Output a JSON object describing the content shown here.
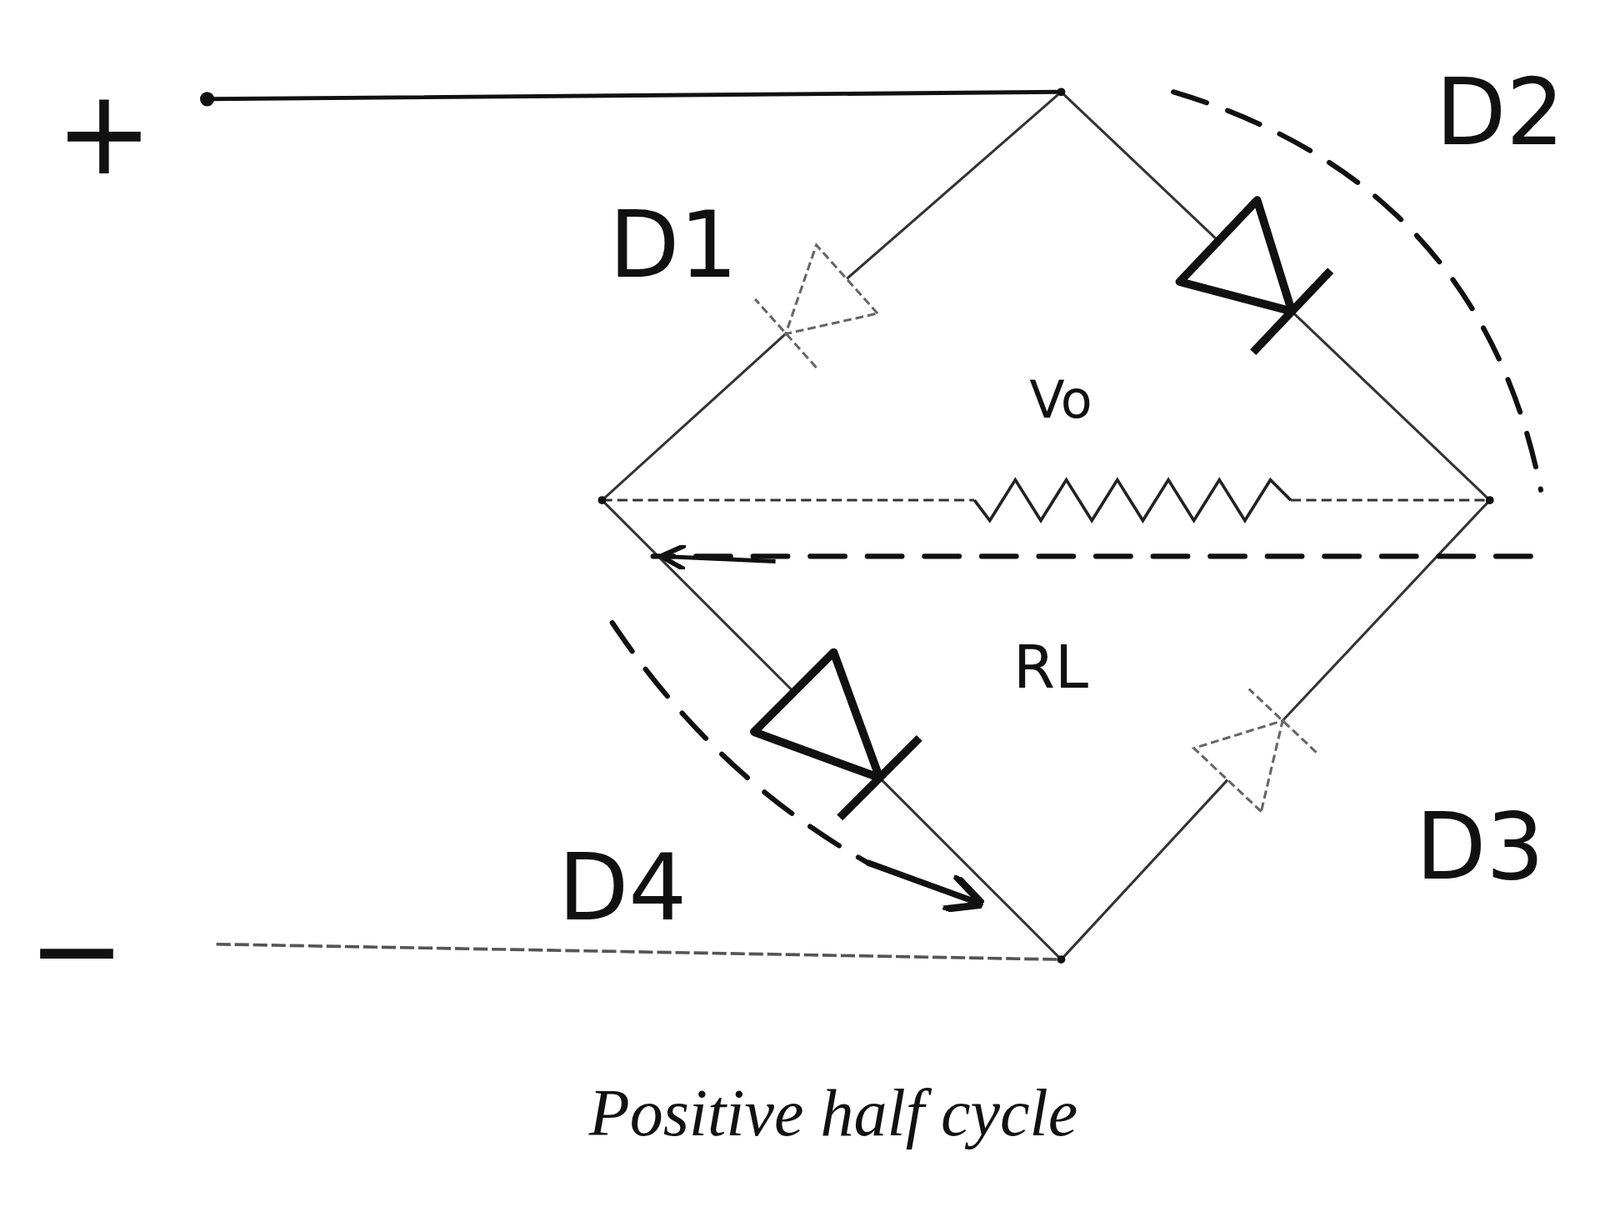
{
  "diagram": {
    "caption": "Positive half cycle",
    "labels": [
      "+",
      "D1",
      "D2",
      "Vo",
      "RL",
      "D3",
      "D4",
      "−"
    ]
  }
}
